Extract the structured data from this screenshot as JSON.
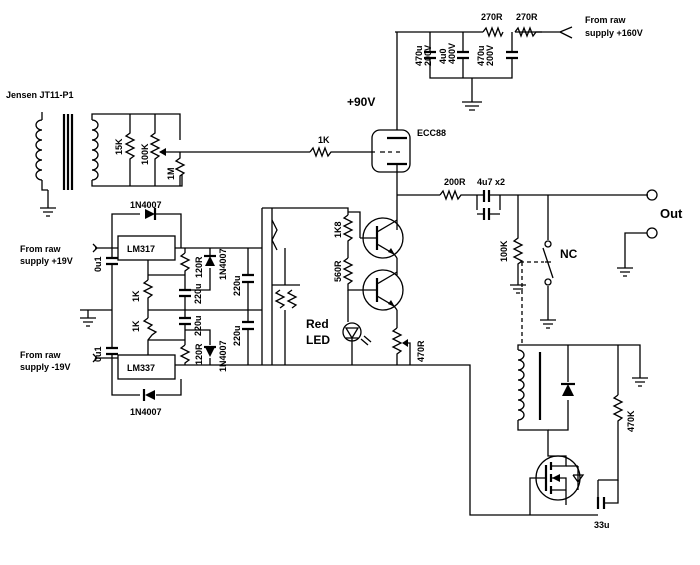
{
  "schematic": {
    "transformer_label": "Jensen JT11-P1",
    "tube_label": "ECC88",
    "b_plus_label": "+90V",
    "raw_supply_160": [
      "From raw",
      "supply +160V"
    ],
    "raw_supply_pos19": [
      "From raw",
      "supply +19V"
    ],
    "raw_supply_neg19": [
      "From raw",
      "supply -19V"
    ],
    "output_label": "Out",
    "nc_label": "NC",
    "led_label": [
      "Red",
      "LED"
    ],
    "regulators": {
      "positive": "LM317",
      "negative": "LM337"
    },
    "components": {
      "r_270_a": "270R",
      "r_270_b": "270R",
      "c_470u_200v_a": [
        "470u",
        "200V"
      ],
      "c_4u0_400v": [
        "4u0",
        "400V"
      ],
      "c_470u_200v_b": [
        "470u",
        "200V"
      ],
      "r_15k": "15K",
      "pot_100k": "100K",
      "r_1m": "1M",
      "r_1k_grid": "1K",
      "r_200r": "200R",
      "c_4u7x2": "4u7 x2",
      "r_100k_out": "100K",
      "r_1k8": "1K8",
      "r_560r": "560R",
      "r_470r": "470R",
      "d_1n4007_top": "1N4007",
      "d_1n4007_bottom": "1N4007",
      "d_1n4007_a": "1N4007",
      "d_1n4007_b": "1N4007",
      "c_0u1_a": "0u1",
      "c_0u1_b": "0u1",
      "r_1k_a": "1K",
      "r_1k_b": "1K",
      "r_120r_a": "120R",
      "r_120r_b": "120R",
      "c_220u_a": "220u",
      "c_220u_b": "220u",
      "c_220u_c": "220u",
      "c_220u_d": "220u",
      "r_470k": "470K",
      "c_33u": "33u"
    }
  }
}
